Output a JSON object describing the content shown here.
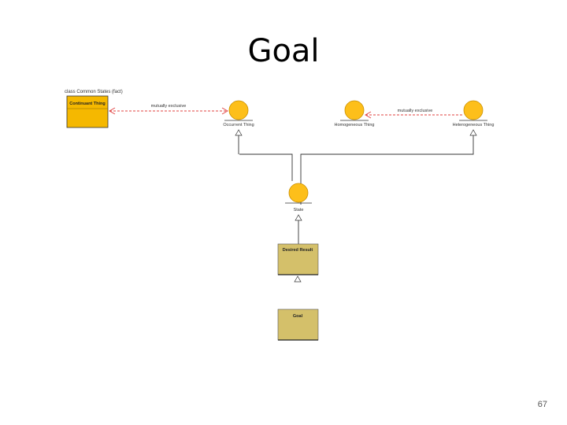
{
  "slide": {
    "title": "Goal",
    "page_number": "67"
  },
  "diagram": {
    "frame_label": "class Common States (fact)",
    "nodes": {
      "continuant_thing": "Continuant Thing",
      "occurrent_thing": "Occurrent Thing",
      "homogeneous_thing": "Homogeneous Thing",
      "heterogeneous_thing": "Heterogeneous Thing",
      "state": "State",
      "desired_result": "Desired Result",
      "goal": "Goal"
    },
    "relations": {
      "left": "mutually exclusive",
      "right": "mutually exclusive"
    },
    "colors": {
      "class_box_orange": "#f5b800",
      "class_box_khaki": "#d4c06a",
      "object_circle": "#fdbf1a",
      "relation_line": "#e0403f",
      "outline": "#333333"
    }
  }
}
